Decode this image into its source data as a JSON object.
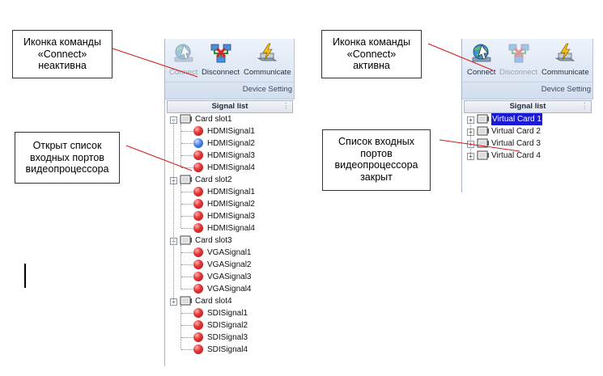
{
  "left_panel": {
    "ribbon": {
      "buttons": [
        {
          "label": "Connect",
          "state": "disabled"
        },
        {
          "label": "Disconnect",
          "state": "normal"
        },
        {
          "label": "Communicate",
          "state": "normal"
        }
      ],
      "group_label": "Device Setting"
    },
    "signal_list_header": "Signal list",
    "tree": [
      {
        "label": "Card slot1",
        "children": [
          {
            "label": "HDMISignal1",
            "status": "red"
          },
          {
            "label": "HDMISignal2",
            "status": "blue"
          },
          {
            "label": "HDMISignal3",
            "status": "red"
          },
          {
            "label": "HDMISignal4",
            "status": "red"
          }
        ]
      },
      {
        "label": "Card slot2",
        "children": [
          {
            "label": "HDMISignal1",
            "status": "red"
          },
          {
            "label": "HDMISignal2",
            "status": "red"
          },
          {
            "label": "HDMISignal3",
            "status": "red"
          },
          {
            "label": "HDMISignal4",
            "status": "red"
          }
        ]
      },
      {
        "label": "Card slot3",
        "children": [
          {
            "label": "VGASignal1",
            "status": "red"
          },
          {
            "label": "VGASignal2",
            "status": "red"
          },
          {
            "label": "VGASignal3",
            "status": "red"
          },
          {
            "label": "VGASignal4",
            "status": "red"
          }
        ]
      },
      {
        "label": "Card slot4",
        "children": [
          {
            "label": "SDISignal1",
            "status": "red"
          },
          {
            "label": "SDISignal2",
            "status": "red"
          },
          {
            "label": "SDISignal3",
            "status": "red"
          },
          {
            "label": "SDISignal4",
            "status": "red"
          }
        ]
      }
    ]
  },
  "right_panel": {
    "ribbon": {
      "buttons": [
        {
          "label": "Connect",
          "state": "normal"
        },
        {
          "label": "Disconnect",
          "state": "disabled"
        },
        {
          "label": "Communicate",
          "state": "normal"
        }
      ],
      "group_label": "Device Setting"
    },
    "signal_list_header": "Signal list",
    "tree": [
      {
        "label": "Virtual Card 1",
        "selected": true
      },
      {
        "label": "Virtual Card 2",
        "selected": false
      },
      {
        "label": "Virtual Card 3",
        "selected": false
      },
      {
        "label": "Virtual Card 4",
        "selected": false
      }
    ]
  },
  "callouts": {
    "connect_inactive": [
      "Иконка команды",
      "«Connect»",
      "неактивна"
    ],
    "ports_list_open": [
      "Открыт список",
      "входных портов",
      "видеопроцессора"
    ],
    "connect_active": [
      "Иконка команды",
      "«Connect»",
      "активна"
    ],
    "ports_list_closed": [
      "Список входных",
      "портов",
      "видеопроцессора",
      "закрыт"
    ]
  },
  "colors": {
    "signal_inactive": "#d62a2a",
    "signal_active": "#3a73d8",
    "selection": "#1a1ad4",
    "ribbon": "#dde7f4"
  },
  "icons": {
    "connect": "globe-connect-icon",
    "disconnect": "network-disconnect-icon",
    "communicate": "lightning-communicate-icon",
    "card": "card-slot-icon"
  }
}
